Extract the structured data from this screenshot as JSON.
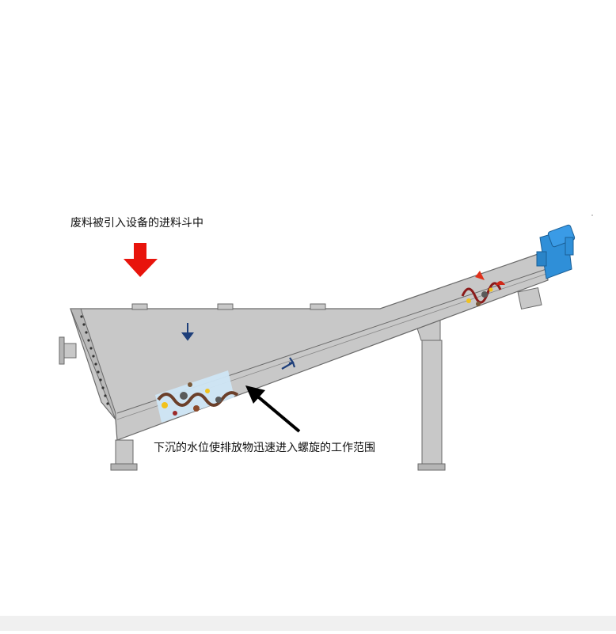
{
  "captions": {
    "inlet": "废料被引入设备的进料斗中",
    "screw_zone": "下沉的水位使排放物迅速进入螺旋的工作范围"
  },
  "colors": {
    "background": "#ffffff",
    "machine_body": "#c8c8c8",
    "machine_outline": "#6a6a6a",
    "feed_arrow": "#e8140c",
    "flow_arrows": "#1e3f7a",
    "motor": "#2f8fd8",
    "footer_bar": "#f0f0f0"
  },
  "icons": [
    "feed-down-arrow",
    "flow-down-arrow",
    "flow-up-arrow",
    "pointer-arrow",
    "drive-motor"
  ]
}
